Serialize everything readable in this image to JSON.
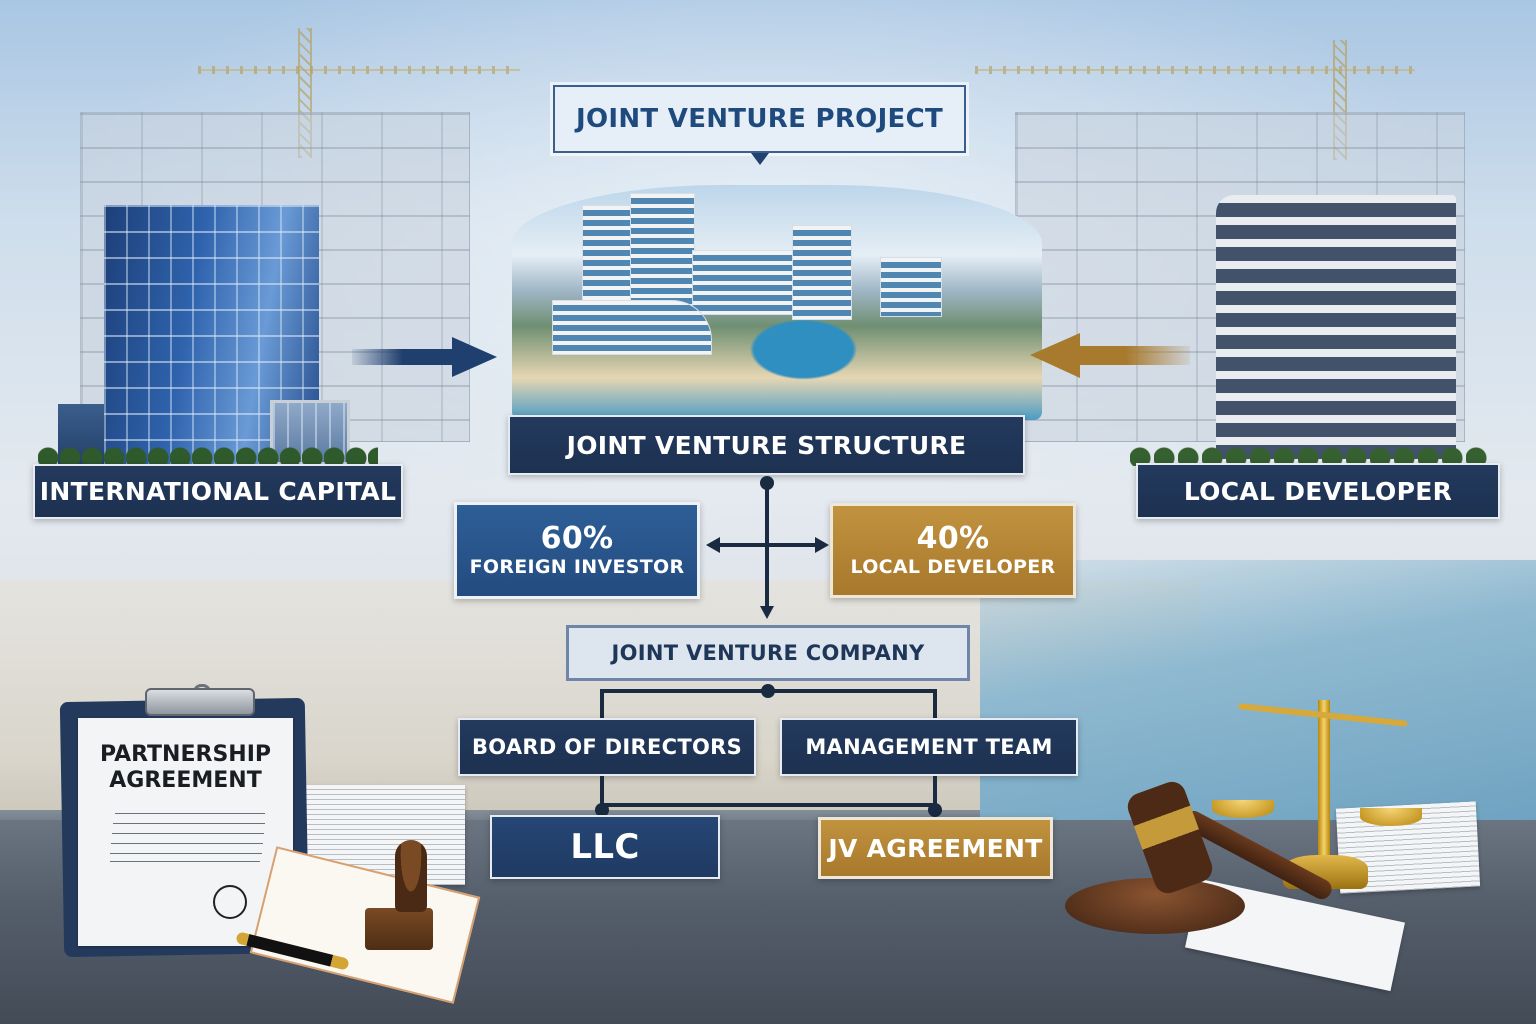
{
  "header": {
    "title": "JOINT VENTURE PROJECT"
  },
  "parties": {
    "left": {
      "label": "INTERNATIONAL CAPITAL",
      "arrow_color": "#1f3f6e"
    },
    "right": {
      "label": "LOCAL DEVELOPER",
      "arrow_color": "#a87a2e"
    }
  },
  "structure": {
    "title": "JOINT VENTURE STRUCTURE",
    "shares": [
      {
        "percent": "60%",
        "label": "FOREIGN INVESTOR",
        "color": "#2a5a93"
      },
      {
        "percent": "40%",
        "label": "LOCAL DEVELOPER",
        "color": "#b5883a"
      }
    ]
  },
  "company": {
    "title": "JOINT VENTURE COMPANY",
    "bodies": [
      {
        "label": "BOARD OF DIRECTORS"
      },
      {
        "label": "MANAGEMENT TEAM"
      }
    ],
    "outputs": [
      {
        "label": "LLC",
        "color": "#1f3f6e"
      },
      {
        "label": "JV AGREEMENT",
        "color": "#b5883a"
      }
    ]
  },
  "desk": {
    "document_title_line1": "PARTNERSHIP",
    "document_title_line2": "AGREEMENT"
  },
  "colors": {
    "navy": "#1f3456",
    "blue": "#2a5a93",
    "gold": "#b5883a",
    "title_text": "#1f4a7e"
  }
}
